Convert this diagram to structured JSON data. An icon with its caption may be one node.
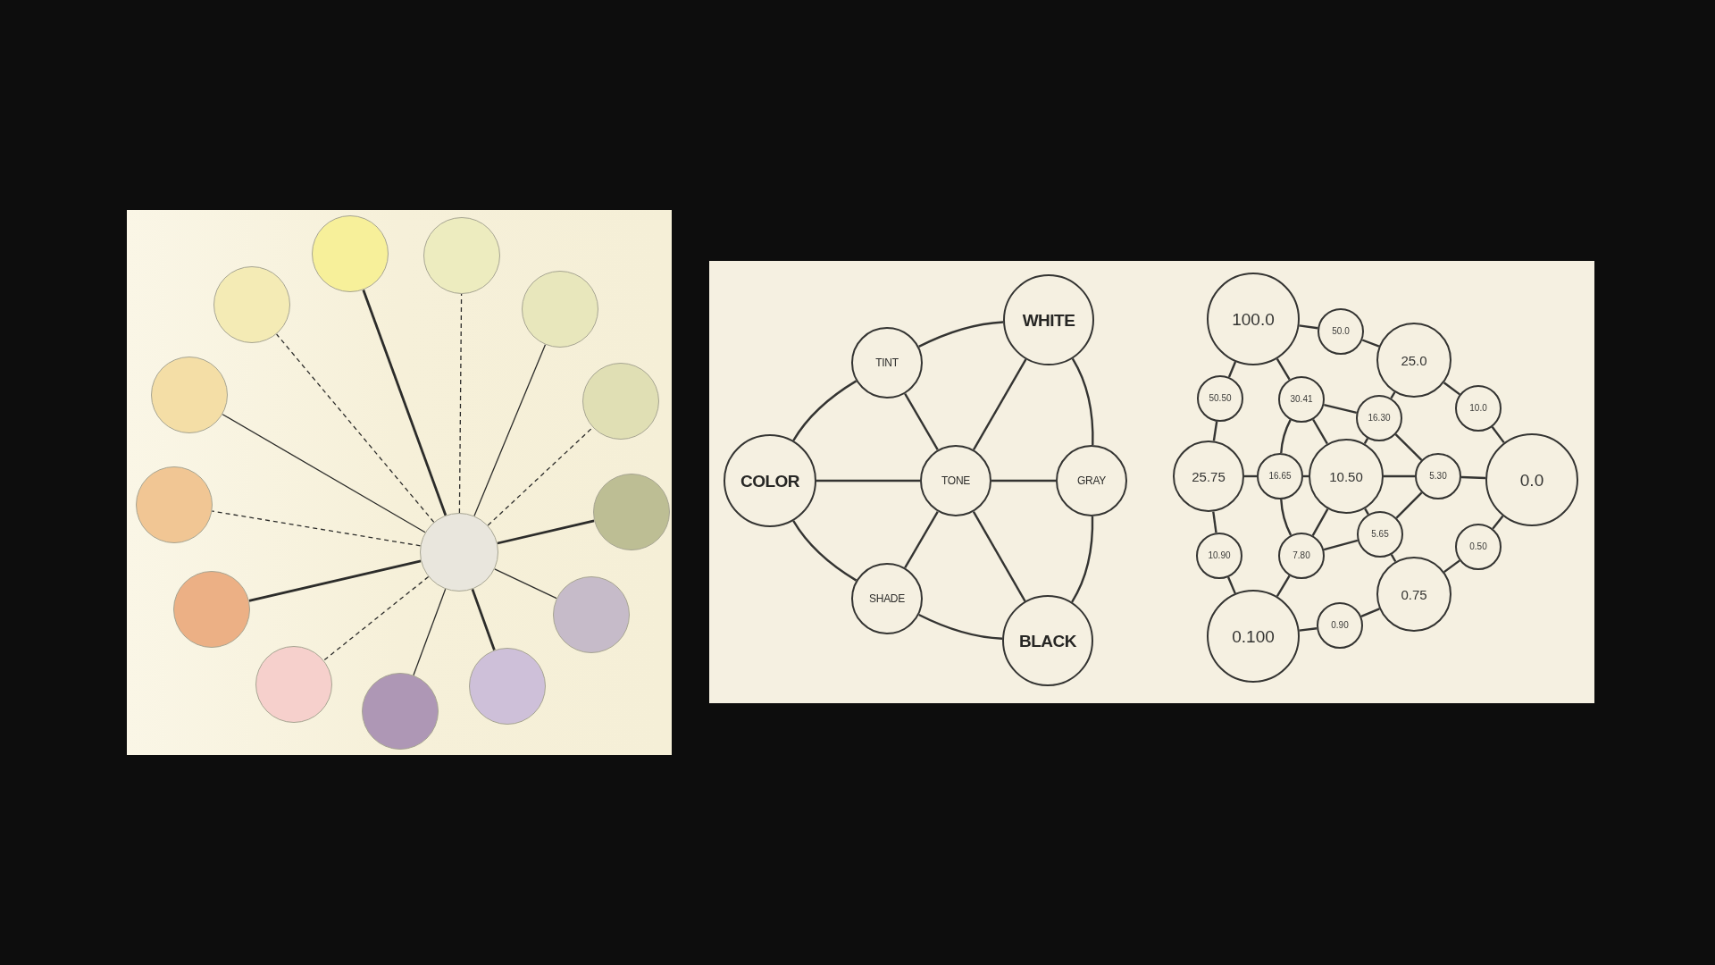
{
  "diagram": {
    "nodes": [
      {
        "text": [],
        "shape": "circle"
      },
      {
        "text": [],
        "shape": "circle"
      },
      {
        "text": [],
        "shape": "circle"
      },
      {
        "text": [],
        "shape": "circle"
      },
      {
        "text": [],
        "shape": "circle"
      },
      {
        "text": [],
        "shape": "circle"
      },
      {
        "text": [],
        "shape": "circle"
      },
      {
        "text": [],
        "shape": "circle"
      },
      {
        "text": [],
        "shape": "circle"
      },
      {
        "text": [],
        "shape": "circle"
      },
      {
        "text": [],
        "shape": "circle"
      },
      {
        "text": [],
        "shape": "circle"
      },
      {
        "text": [],
        "shape": "circle"
      },
      {
        "text": [],
        "shape": "circle"
      },
      {
        "text": [
          "WHITE"
        ]
      },
      {
        "text": [
          "TINT"
        ]
      },
      {
        "text": [
          "COLOR"
        ]
      },
      {
        "text": [
          "TONE"
        ]
      },
      {
        "text": [
          "GRAY"
        ]
      },
      {
        "text": [
          "SHADE"
        ]
      },
      {
        "text": [
          "BLACK"
        ]
      },
      {
        "text": [
          "100.0"
        ]
      },
      {
        "text": [
          "50.0"
        ]
      },
      {
        "text": [
          "25.0"
        ]
      },
      {
        "text": [
          "50.50"
        ]
      },
      {
        "text": [
          "30.41"
        ]
      },
      {
        "text": [
          "10.0"
        ]
      },
      {
        "text": [
          "16.30"
        ]
      },
      {
        "text": [
          "25.75"
        ]
      },
      {
        "text": [
          "16.65"
        ]
      },
      {
        "text": [
          "10.50"
        ]
      },
      {
        "text": [
          "5.30"
        ]
      },
      {
        "text": [
          "0.0"
        ]
      },
      {
        "text": [
          "5.65"
        ]
      },
      {
        "text": [
          "0.50"
        ]
      },
      {
        "text": [
          "10.90"
        ]
      },
      {
        "text": [
          "7.80"
        ]
      },
      {
        "text": [
          "0.75"
        ]
      },
      {
        "text": [
          "0.90"
        ]
      },
      {
        "text": [
          "0.100"
        ]
      }
    ],
    "edges": [
      {
        "from": 0,
        "to": 1,
        "arrow": "none"
      },
      {
        "from": 0,
        "to": 2,
        "arrow": "none",
        "style": "dashed"
      },
      {
        "from": 0,
        "to": 3,
        "arrow": "none"
      },
      {
        "from": 0,
        "to": 4,
        "arrow": "none",
        "style": "dashed"
      },
      {
        "from": 0,
        "to": 5,
        "arrow": "none"
      },
      {
        "from": 0,
        "to": 6,
        "arrow": "none"
      },
      {
        "from": 0,
        "to": 7,
        "arrow": "none"
      },
      {
        "from": 0,
        "to": 8,
        "arrow": "none"
      },
      {
        "from": 0,
        "to": 9,
        "arrow": "none",
        "style": "dashed"
      },
      {
        "from": 0,
        "to": 10,
        "arrow": "none"
      },
      {
        "from": 0,
        "to": 11,
        "arrow": "none",
        "style": "dashed"
      },
      {
        "from": 0,
        "to": 12,
        "arrow": "none"
      },
      {
        "from": 0,
        "to": 13,
        "arrow": "none",
        "style": "dashed"
      },
      {
        "from": 16,
        "to": 15,
        "arrow": "none"
      },
      {
        "from": 16,
        "to": 17,
        "arrow": "none"
      },
      {
        "from": 16,
        "to": 19,
        "arrow": "none"
      },
      {
        "from": 15,
        "to": 14,
        "arrow": "none"
      },
      {
        "from": 15,
        "to": 17,
        "arrow": "none"
      },
      {
        "from": 14,
        "to": 17,
        "arrow": "none"
      },
      {
        "from": 14,
        "to": 18,
        "arrow": "none"
      },
      {
        "from": 17,
        "to": 18,
        "arrow": "none"
      },
      {
        "from": 17,
        "to": 19,
        "arrow": "none"
      },
      {
        "from": 17,
        "to": 20,
        "arrow": "none"
      },
      {
        "from": 19,
        "to": 20,
        "arrow": "none"
      },
      {
        "from": 18,
        "to": 20,
        "arrow": "none"
      },
      {
        "from": 21,
        "to": 22,
        "arrow": "none"
      },
      {
        "from": 22,
        "to": 23,
        "arrow": "none"
      },
      {
        "from": 21,
        "to": 24,
        "arrow": "none"
      },
      {
        "from": 21,
        "to": 25,
        "arrow": "none"
      },
      {
        "from": 23,
        "to": 27,
        "arrow": "none"
      },
      {
        "from": 23,
        "to": 26,
        "arrow": "none"
      },
      {
        "from": 26,
        "to": 32,
        "arrow": "none"
      },
      {
        "from": 24,
        "to": 28,
        "arrow": "none"
      },
      {
        "from": 25,
        "to": 27,
        "arrow": "none"
      },
      {
        "from": 25,
        "to": 29,
        "arrow": "none"
      },
      {
        "from": 25,
        "to": 30,
        "arrow": "none"
      },
      {
        "from": 27,
        "to": 30,
        "arrow": "none"
      },
      {
        "from": 27,
        "to": 31,
        "arrow": "none"
      },
      {
        "from": 28,
        "to": 29,
        "arrow": "none"
      },
      {
        "from": 29,
        "to": 30,
        "arrow": "none"
      },
      {
        "from": 30,
        "to": 31,
        "arrow": "none"
      },
      {
        "from": 31,
        "to": 32,
        "arrow": "none"
      },
      {
        "from": 31,
        "to": 33,
        "arrow": "none"
      },
      {
        "from": 30,
        "to": 33,
        "arrow": "none"
      },
      {
        "from": 30,
        "to": 36,
        "arrow": "none"
      },
      {
        "from": 28,
        "to": 35,
        "arrow": "none"
      },
      {
        "from": 29,
        "to": 36,
        "arrow": "none"
      },
      {
        "from": 36,
        "to": 33,
        "arrow": "none"
      },
      {
        "from": 33,
        "to": 37,
        "arrow": "none"
      },
      {
        "from": 35,
        "to": 39,
        "arrow": "none"
      },
      {
        "from": 36,
        "to": 39,
        "arrow": "none"
      },
      {
        "from": 32,
        "to": 34,
        "arrow": "none"
      },
      {
        "from": 34,
        "to": 37,
        "arrow": "none"
      },
      {
        "from": 37,
        "to": 38,
        "arrow": "none"
      },
      {
        "from": 38,
        "to": 39,
        "arrow": "none"
      }
    ]
  }
}
